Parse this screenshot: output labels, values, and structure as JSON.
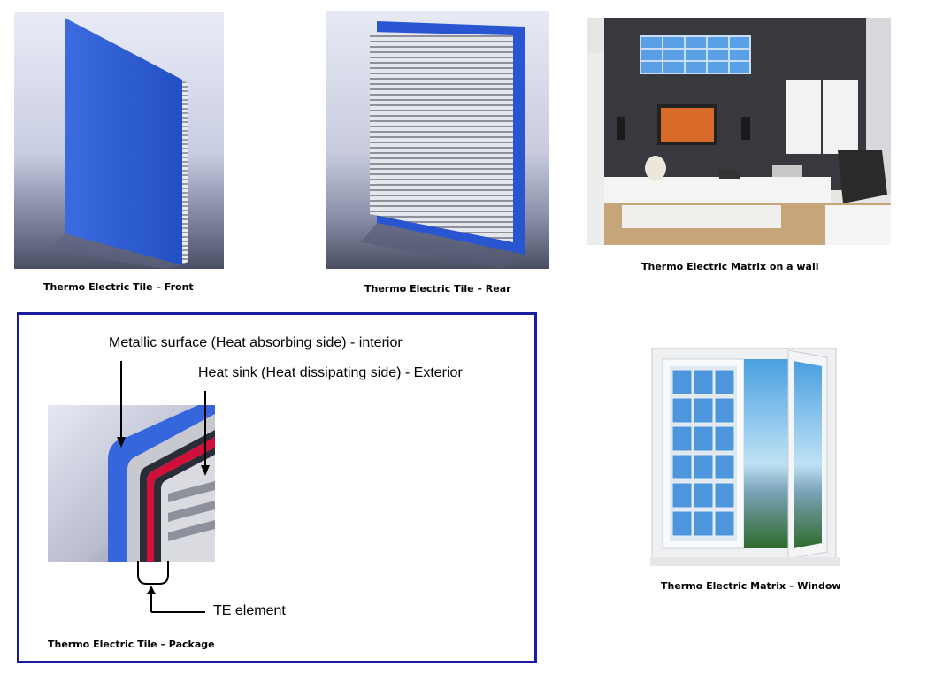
{
  "captions": {
    "front": "Thermo Electric Tile – Front",
    "rear": "Thermo Electric Tile – Rear",
    "wall": "Thermo Electric Matrix on a wall",
    "package": "Thermo Electric Tile – Package",
    "window": "Thermo Electric Matrix – Window"
  },
  "diagram": {
    "label_metallic": "Metallic surface (Heat absorbing side) - interior",
    "label_heatsink": "Heat sink (Heat dissipating side) - Exterior",
    "label_te": "TE element"
  },
  "colors": {
    "tile_blue": "#2f5fd0",
    "frame_border": "#1c1ca0",
    "te_red": "#d0103a"
  }
}
